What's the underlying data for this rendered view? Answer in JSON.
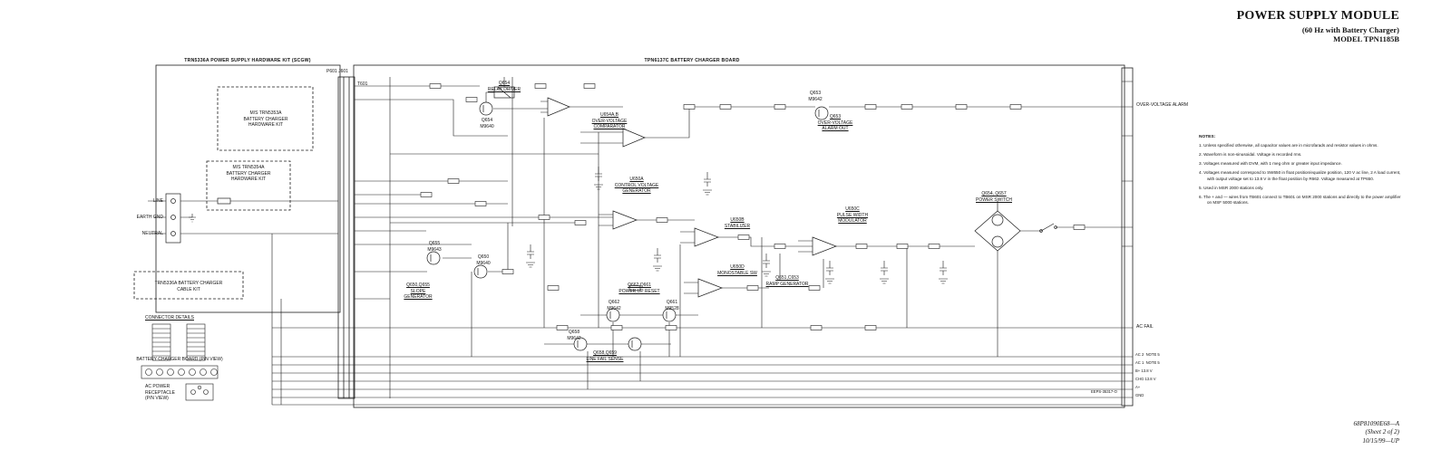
{
  "title_block": {
    "line1": "POWER SUPPLY MODULE",
    "line2": "(60 Hz with Battery Charger)",
    "line3": "MODEL TPN1185B"
  },
  "footer_block": {
    "line1": "68P81090E68—A",
    "line2": "(Sheet 2 of 2)",
    "line3": "10/15/99—UP"
  },
  "drawing_ref": "EEPS-35317-O",
  "boards": {
    "hardware_kit": "TRN5336A POWER SUPPLY HARDWARE KIT (SCGW)",
    "charger_board": "TPN6137C BATTERY CHARGER BOARD"
  },
  "notes": {
    "heading": "NOTES:",
    "items": [
      "1.  Unless specified otherwise, all capacitor values are in microfarads and resistor values in ohms.",
      "2.  Waveform is non-sinusoidal. Voltage is recorded rms.",
      "3.  Voltages measured with DVM, with 1 meg ohm or greater input impedance.",
      "4.  Voltages measured correspond to SW650 in float position/equalize position, 120 V ac line, 2 A load current, with output voltage set to 13.8 V in the float position by R662. Voltage measured at TP650.",
      "5.  Used in MSR 2000 stations only.",
      "6.  The + and — wires from TB601 connect to TB601 on MSR 2000 stations and directly to the power amplifier on MSF 5000 stations."
    ]
  },
  "callouts": {
    "relay_driver": "Q654\nRELAY DRIVER",
    "q654_part": "Q654\nM9640",
    "ov_comparator": "U654A,B\nOVER-VOLTAGE\nCOMPARATOR",
    "q653_part": "Q653\nM9642",
    "ov_alarm_out": "Q653\nOVER-VOLTAGE\nALARM OUT",
    "control_voltage_generator": "U650A\nCONTROL VOLTAGE\nGENERATOR",
    "stabilizer": "U650B\nSTABILIZER",
    "pulse_width_modulator": "U650C\nPULSE WIDTH\nMODULATOR",
    "monostable_sw": "U650D\nMONOSTABLE  SW",
    "ramp_generator": "Q651,C653\nRAMP GENERATOR",
    "power_switch": "Q654, Q657\nPOWER SWITCH",
    "slope_generator": "Q650,Q655\nSLOPE\nGENERATOR",
    "q655_part": "Q655\nM9643",
    "q650_part": "Q650\nM9640",
    "power_up_reset": "Q662,Q661\nPOWER UP RESET",
    "q662_part": "Q662\nM9642",
    "q661_part": "Q661\nM9528",
    "line_fail_sense": "Q658,Q659\nLINE FAIL SENSE",
    "q658_part": "Q658\nM9642",
    "connector_details": "CONNECTOR DETAILS",
    "battery_charger_pin_view": "BATTERY CHARGER  BOARD (P/N VIEW)",
    "ac_receptacle": "AC POWER\nRECEPTACLE\n(P/N VIEW)",
    "over_voltage_alarm": "OVER-VOLTAGE ALARM",
    "ac_fail": "AC FAIL",
    "line": "LINE",
    "earth_gnd": "EARTH GND",
    "neutral": "NEUTRAL",
    "t601": "T601",
    "p601_j601": "P601  J601",
    "charger_cable_kit": "TRN5336A BATTERY CHARGER\nCABLE KIT",
    "hk_dashed_1": "M/S TRN5353A\nBATTERY CHARGER\nHARDWARE KIT",
    "hk_dashed_2": "M/S TRN5354A\nBATTERY CHARGER\nHARDWARE KIT"
  },
  "right_pins": [
    "AC 2  NOTE 5",
    "AC 1  NOTE 5",
    "B+ 13.8 V",
    "CHG 13.8 V",
    "A+",
    "GND"
  ]
}
